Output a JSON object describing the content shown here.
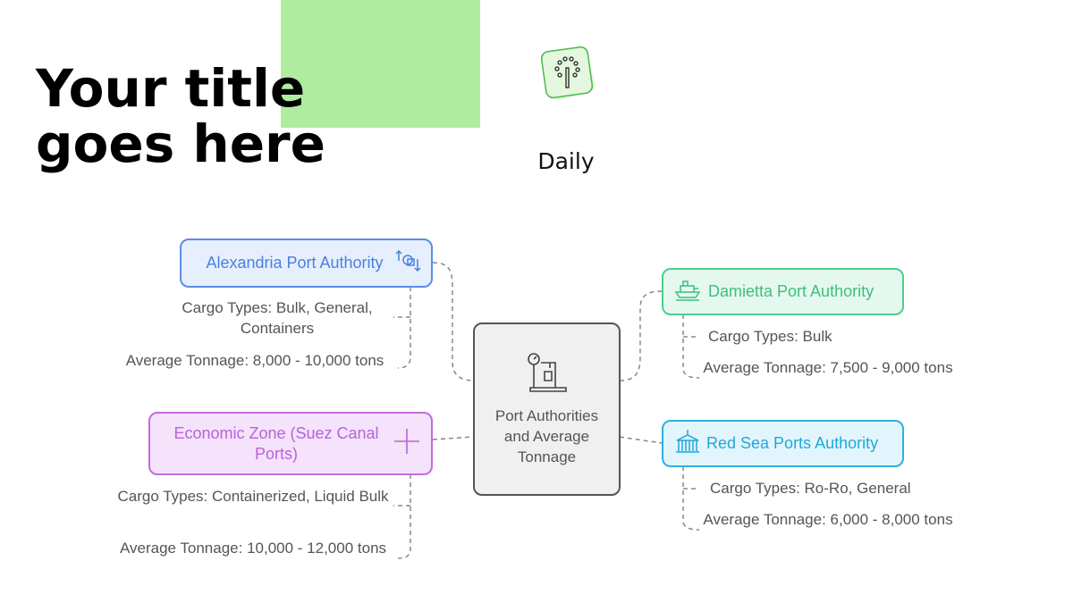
{
  "header": {
    "title": "Your title goes here",
    "subtitle": "Daily",
    "icon": "sparkler-icon"
  },
  "diagram": {
    "center": {
      "label": "Port Authorities and Average Tonnage",
      "icon": "scale-icon"
    },
    "nodes": [
      {
        "label": "Alexandria Port Authority",
        "icon": "cargo-exchange-icon",
        "color": "#4a80e0",
        "cargo": "Cargo Types: Bulk, General, Containers",
        "tonnage": "Average Tonnage: 8,000 - 10,000 tons"
      },
      {
        "label": "Economic Zone (Suez Canal Ports)",
        "icon": "plus-icon",
        "color": "#b664d8",
        "cargo": "Cargo Types: Containerized, Liquid Bulk",
        "tonnage": "Average Tonnage: 10,000 - 12,000 tons"
      },
      {
        "label": "Damietta Port Authority",
        "icon": "ship-icon",
        "color": "#3dbf7e",
        "cargo": "Cargo Types: Bulk",
        "tonnage": "Average Tonnage: 7,500 - 9,000 tons"
      },
      {
        "label": "Red Sea Ports Authority",
        "icon": "port-building-icon",
        "color": "#1ea8dc",
        "cargo": "Cargo Types: Ro-Ro, General",
        "tonnage": "Average Tonnage: 6,000 - 8,000 tons"
      }
    ]
  }
}
